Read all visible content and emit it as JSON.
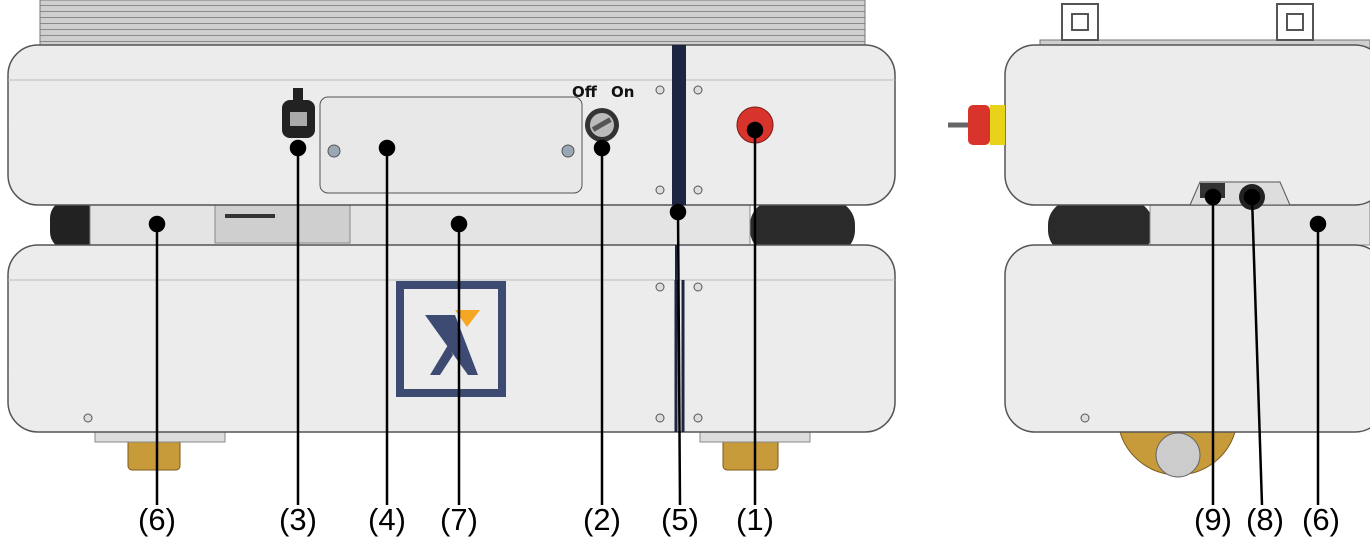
{
  "switch_labels": {
    "off": "Off",
    "on": "On"
  },
  "logo": {
    "letter": "X",
    "frame_color": "#3d4a72",
    "accent_color": "#f5a623"
  },
  "callouts_front": [
    "(6)",
    "(3)",
    "(4)",
    "(7)",
    "(2)",
    "(5)",
    "(1)"
  ],
  "callouts_side": [
    "(9)",
    "(8)",
    "(6)"
  ],
  "colors": {
    "body": "#ececec",
    "outline": "#555555",
    "estop": "#d9342b",
    "wheel_gold": "#c89b3a",
    "strip": "#1c2640"
  }
}
